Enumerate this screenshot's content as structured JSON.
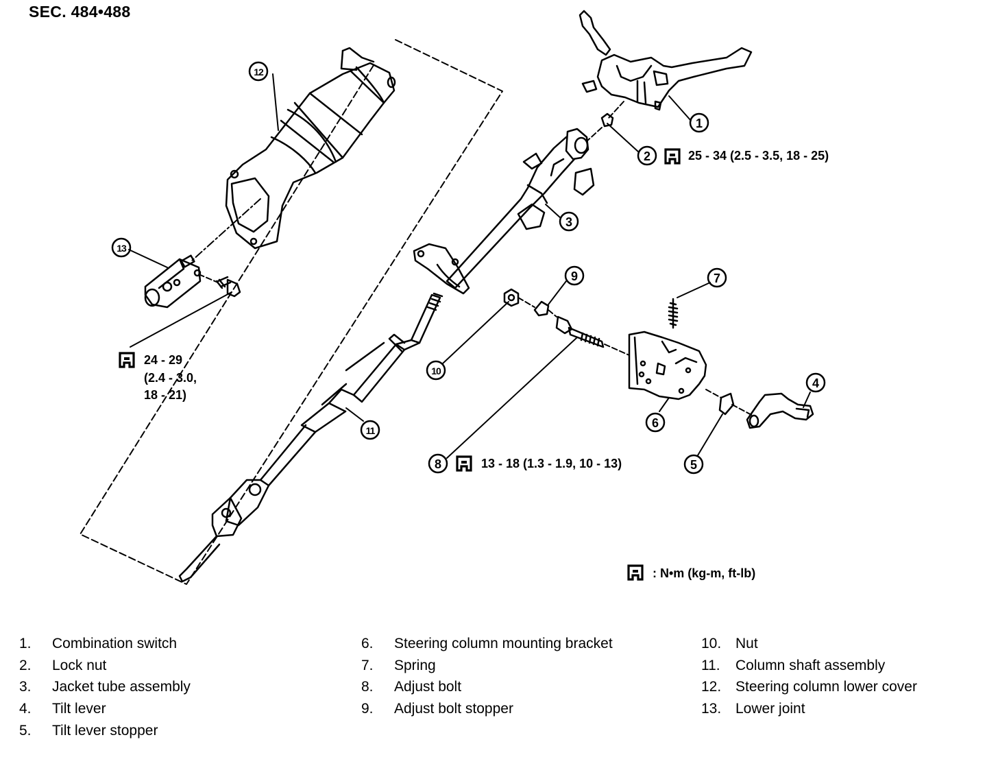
{
  "section": "SEC. 484•488",
  "torque_specs": {
    "part2": "25 - 34 (2.5 - 3.5, 18 - 25)",
    "part13_line1": "24 - 29",
    "part13_line2": "(2.4 - 3.0,",
    "part13_line3": "18 - 21)",
    "part8": "13 - 18 (1.3 - 1.9, 10 - 13)",
    "unit_legend": ": N•m  (kg-m,  ft-lb)"
  },
  "callouts": [
    "1",
    "2",
    "3",
    "4",
    "5",
    "6",
    "7",
    "8",
    "9",
    "10",
    "11",
    "12",
    "13"
  ],
  "legend": [
    {
      "num": "1.",
      "label": "Combination switch"
    },
    {
      "num": "2.",
      "label": "Lock nut"
    },
    {
      "num": "3.",
      "label": "Jacket tube assembly"
    },
    {
      "num": "4.",
      "label": "Tilt lever"
    },
    {
      "num": "5.",
      "label": "Tilt lever stopper"
    },
    {
      "num": "6.",
      "label": "Steering column mounting bracket"
    },
    {
      "num": "7.",
      "label": "Spring"
    },
    {
      "num": "8.",
      "label": "Adjust bolt"
    },
    {
      "num": "9.",
      "label": "Adjust bolt stopper"
    },
    {
      "num": "10.",
      "label": "Nut"
    },
    {
      "num": "11.",
      "label": "Column shaft assembly"
    },
    {
      "num": "12.",
      "label": "Steering column lower cover"
    },
    {
      "num": "13.",
      "label": "Lower joint"
    }
  ]
}
